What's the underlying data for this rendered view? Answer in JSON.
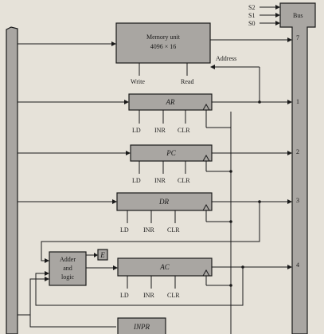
{
  "selects": [
    "S2",
    "S1",
    "S0"
  ],
  "bus": {
    "label": "Bus"
  },
  "memory": {
    "title": "Memory unit",
    "size": "4096 × 16",
    "write": "Write",
    "read": "Read",
    "address": "Address",
    "bus_num": "7"
  },
  "registers": [
    {
      "name": "AR",
      "controls": [
        "LD",
        "INR",
        "CLR"
      ],
      "bus_num": "1"
    },
    {
      "name": "PC",
      "controls": [
        "LD",
        "INR",
        "CLR"
      ],
      "bus_num": "2"
    },
    {
      "name": "DR",
      "controls": [
        "LD",
        "INR",
        "CLR"
      ],
      "bus_num": "3"
    },
    {
      "name": "AC",
      "controls": [
        "LD",
        "INR",
        "CLR"
      ],
      "bus_num": "4"
    },
    {
      "name": "INPR",
      "controls": [],
      "bus_num": ""
    }
  ],
  "alu": {
    "line1": "Adder",
    "line2": "and",
    "line3": "logic"
  },
  "e_flag": "E"
}
